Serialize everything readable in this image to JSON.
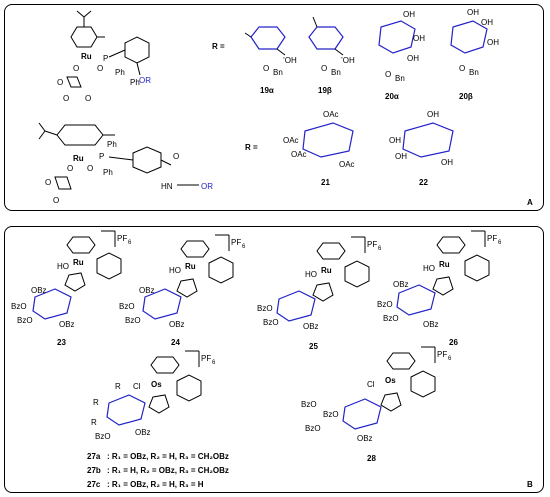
{
  "panel_a": {
    "label": "A",
    "r_label_1": "R =",
    "r_label_2": "R =",
    "complex1": {
      "ru": "Ru",
      "o1": "O",
      "o2": "O",
      "p": "P",
      "ph1": "Ph",
      "ph2": "Ph",
      "or": "OR"
    },
    "complex2": {
      "ru": "Ru",
      "o1": "O",
      "o2": "O",
      "p": "P",
      "ph1": "Ph",
      "ph2": "Ph",
      "nh": "HN",
      "or": "OR",
      "o3": "O"
    },
    "sugars": [
      {
        "id": "19α",
        "oh": "’OH",
        "bn": "O",
        "bn2": "Bn"
      },
      {
        "id": "19β",
        "oh": "’OH",
        "bn": "O",
        "bn2": "Bn"
      },
      {
        "id": "20α",
        "oh": "OH",
        "bn": "O",
        "bn2": "Bn"
      },
      {
        "id": "20β",
        "oh": "OH",
        "bn": "O",
        "bn2": "Bn"
      },
      {
        "id": "21",
        "oac": "OAc"
      },
      {
        "id": "22",
        "oh": "OH"
      }
    ]
  },
  "panel_b": {
    "label": "B",
    "pf6": "PF",
    "pf6_sub": "6",
    "compounds": [
      {
        "id": "23",
        "metal": "Ru",
        "ligand": "HO"
      },
      {
        "id": "24",
        "metal": "Ru",
        "ligand": "HO"
      },
      {
        "id": "25",
        "metal": "Ru",
        "ligand": "HO"
      },
      {
        "id": "26",
        "metal": "Ru",
        "ligand": "HO"
      },
      {
        "id": "27",
        "metal": "Os",
        "ligand": "Cl"
      },
      {
        "id": "28",
        "metal": "Os",
        "ligand": "Cl"
      }
    ],
    "bz": "OBz",
    "bz2": "BzO",
    "legend": [
      {
        "id": "27a",
        "text": ": R₁ = OBz, R₂ = H, R₃ = CH₂OBz"
      },
      {
        "id": "27b",
        "text": ": R₁ = H, R₂ = OBz, R₃ = CH₂OBz"
      },
      {
        "id": "27c",
        "text": ": R₁ = OBz, R₂ = H, R₃ = H"
      }
    ]
  }
}
